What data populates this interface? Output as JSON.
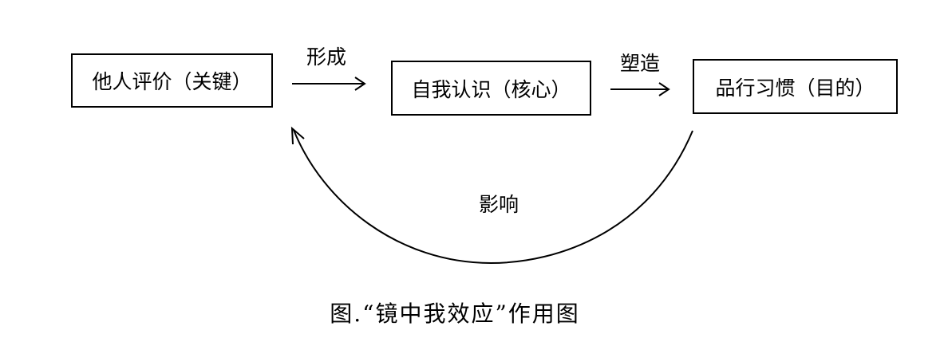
{
  "diagram": {
    "nodes": {
      "left": "他人评价（关键）",
      "middle": "自我认识（核心）",
      "right": "品行习惯（目的）"
    },
    "edges": {
      "left_to_middle": "形成",
      "middle_to_right": "塑造",
      "right_to_left": "影响"
    },
    "caption": "图.“镜中我效应”作用图"
  }
}
